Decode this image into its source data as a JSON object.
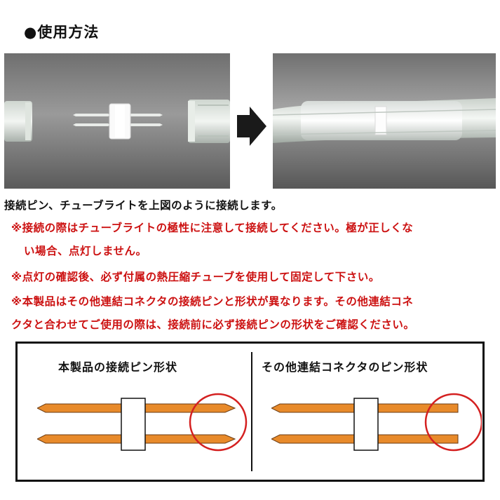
{
  "header": {
    "title": "●使用方法"
  },
  "photos": {
    "left_alt": "connector pin and tube ends, before connection",
    "right_alt": "tube lights joined with connector",
    "arrow_icon": "right-arrow-icon"
  },
  "instructions": {
    "line1": "接続ピン、チューブライトを上図のように接続します。",
    "line2": "※接続の際はチューブライトの極性に注意して接続してください。極が正しくな",
    "line3": "い場合、点灯しません。",
    "line4": "※点灯の確認後、必ず付属の熱圧縮チューブを使用して固定して下さい。",
    "line5": "※本製品はその他連結コネクタの接続ピンと形状が異なります。その他連結コネ",
    "line6": "クタと合わせてご使用の際は、接続前に必ず接続ピンの形状をご確認ください。"
  },
  "comparison": {
    "left_title": "本製品の接続ピン形状",
    "right_title": "その他連結コネクタのピン形状"
  },
  "colors": {
    "warning": "#cc1111",
    "pin": "#e88a2a",
    "circle": "#d42020"
  }
}
